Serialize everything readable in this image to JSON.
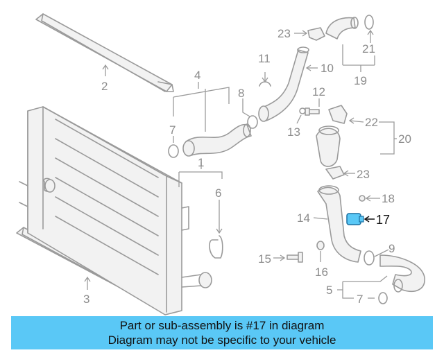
{
  "diagram": {
    "callouts": {
      "c1": "1",
      "c2": "2",
      "c3": "3",
      "c4": "4",
      "c5": "5",
      "c6": "6",
      "c7a": "7",
      "c7b": "7",
      "c8": "8",
      "c9": "9",
      "c10": "10",
      "c11": "11",
      "c12": "12",
      "c13": "13",
      "c14": "14",
      "c15": "15",
      "c16": "16",
      "c17": "17",
      "c18": "18",
      "c19": "19",
      "c20": "20",
      "c21": "21",
      "c22": "22",
      "c23a": "23",
      "c23b": "23"
    },
    "highlight_part": "17",
    "highlight_color": "#5ac8f6",
    "line_color": "#9a9a9a"
  },
  "banner": {
    "line1": "Part or sub-assembly is #17 in diagram",
    "line2": "Diagram may not be specific to your vehicle",
    "background": "#5ac8f6"
  }
}
